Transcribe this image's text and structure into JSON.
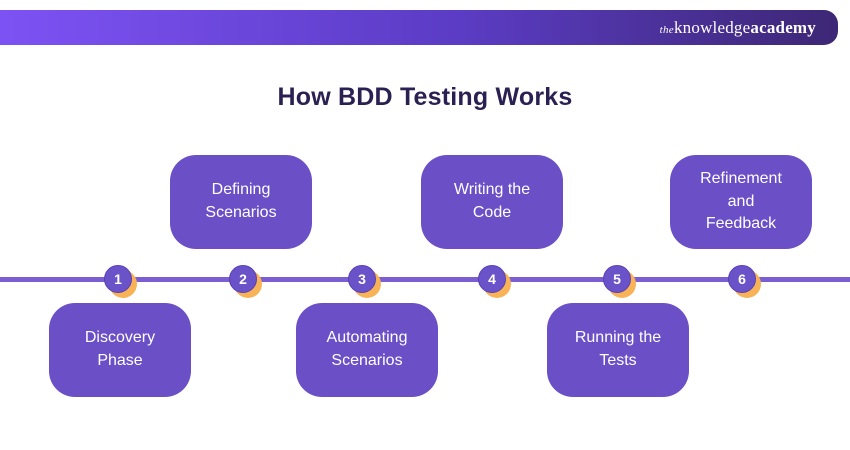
{
  "header": {
    "logo": {
      "prefix": "the",
      "name": "knowledge",
      "suffix": "academy"
    }
  },
  "title": "How BDD Testing Works",
  "timeline": {
    "steps": [
      {
        "number": "1",
        "label": "Discovery Phase",
        "position": "below"
      },
      {
        "number": "2",
        "label": "Defining Scenarios",
        "position": "above"
      },
      {
        "number": "3",
        "label": "Automating Scenarios",
        "position": "below"
      },
      {
        "number": "4",
        "label": "Writing the Code",
        "position": "above"
      },
      {
        "number": "5",
        "label": "Running the Tests",
        "position": "below"
      },
      {
        "number": "6",
        "label": "Refinement and Feedback",
        "position": "above"
      }
    ]
  },
  "colors": {
    "box_purple": "#6a4fc7",
    "circle_purple": "#6a52c8",
    "line_purple": "#7a5ed2",
    "accent_orange": "#f9b357",
    "title_color": "#2a2052",
    "header_gradient_start": "#7d52f4",
    "header_gradient_end": "#3d2775",
    "text_on_purple": "#ffffff"
  }
}
